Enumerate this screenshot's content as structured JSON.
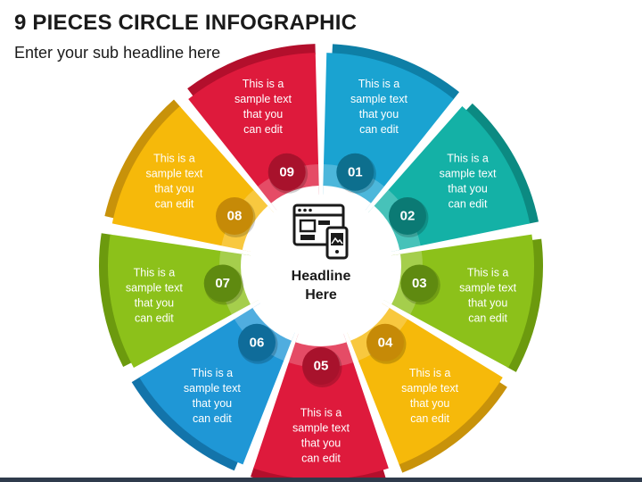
{
  "header": {
    "title": "9 PIECES CIRCLE INFOGRAPHIC",
    "subtitle": "Enter your sub headline here"
  },
  "center": {
    "icon": "web-devices-icon",
    "headline_line1": "Headline",
    "headline_line2": "Here"
  },
  "segments": [
    {
      "number": "01",
      "lines": [
        "This is a",
        "sample text",
        "that you",
        "can edit"
      ],
      "color": "#1aa3d1",
      "dark": "#0e7fa6",
      "badge": "#0d6f8e"
    },
    {
      "number": "02",
      "lines": [
        "This is a",
        "sample text",
        "that you",
        "can edit"
      ],
      "color": "#14b1a6",
      "dark": "#0c8a82",
      "badge": "#0b7a74"
    },
    {
      "number": "03",
      "lines": [
        "This is a",
        "sample text",
        "that you",
        "can edit"
      ],
      "color": "#8cc11a",
      "dark": "#6c9a0e",
      "badge": "#5f8a10"
    },
    {
      "number": "04",
      "lines": [
        "This is a",
        "sample text",
        "that you",
        "can edit"
      ],
      "color": "#f6b90a",
      "dark": "#c8920a",
      "badge": "#c68a07"
    },
    {
      "number": "05",
      "lines": [
        "This is a",
        "sample text",
        "that you",
        "can edit"
      ],
      "color": "#de1a3c",
      "dark": "#b30f2c",
      "badge": "#a8122c"
    },
    {
      "number": "06",
      "lines": [
        "This is a",
        "sample text",
        "that you",
        "can edit"
      ],
      "color": "#1f97d6",
      "dark": "#1374aa",
      "badge": "#0f6c9a"
    },
    {
      "number": "07",
      "lines": [
        "This is a",
        "sample text",
        "that you",
        "can edit"
      ],
      "color": "#8cc11a",
      "dark": "#6c9a0e",
      "badge": "#5f8a10"
    },
    {
      "number": "08",
      "lines": [
        "This is a",
        "sample text",
        "that you",
        "can edit"
      ],
      "color": "#f6b90a",
      "dark": "#c8920a",
      "badge": "#c68a07"
    },
    {
      "number": "09",
      "lines": [
        "This is a",
        "sample text",
        "that you",
        "can edit"
      ],
      "color": "#de1a3c",
      "dark": "#b30f2c",
      "badge": "#a8122c"
    }
  ]
}
